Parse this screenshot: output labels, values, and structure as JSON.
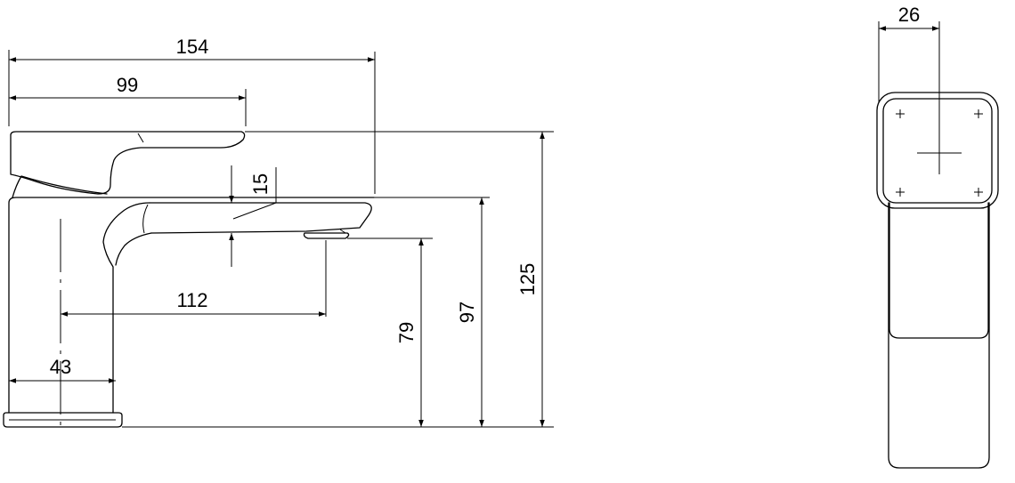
{
  "dimensions": {
    "overall_length": "154",
    "handle_length": "99",
    "handle_thickness": "15",
    "reach": "112",
    "base_diameter": "43",
    "spout_height": "79",
    "body_height": "97",
    "overall_height": "125",
    "side_width": "26"
  },
  "colors": {
    "line": "#000000",
    "background": "#ffffff"
  }
}
